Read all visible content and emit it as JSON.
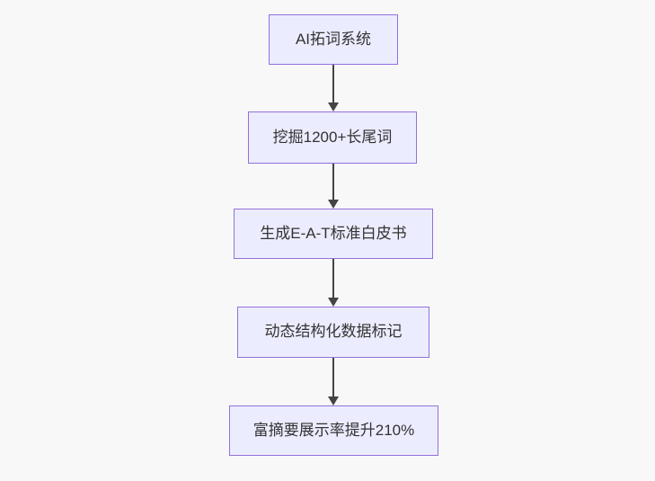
{
  "diagram": {
    "type": "flowchart-top-down",
    "colors": {
      "bg": "#f8f8f8",
      "node_fill": "#ECECFF",
      "node_border": "#9370DB",
      "text_color": "#333333",
      "arrow_color": "#444444"
    },
    "nodes": [
      {
        "id": "n1",
        "label": "AI拓词系统"
      },
      {
        "id": "n2",
        "label": "挖掘1200+长尾词"
      },
      {
        "id": "n3",
        "label": "生成E-A-T标准白皮书"
      },
      {
        "id": "n4",
        "label": "动态结构化数据标记"
      },
      {
        "id": "n5",
        "label": "富摘要展示率提升210%"
      }
    ],
    "edges": [
      {
        "from": "n1",
        "to": "n2"
      },
      {
        "from": "n2",
        "to": "n3"
      },
      {
        "from": "n3",
        "to": "n4"
      },
      {
        "from": "n4",
        "to": "n5"
      }
    ]
  }
}
